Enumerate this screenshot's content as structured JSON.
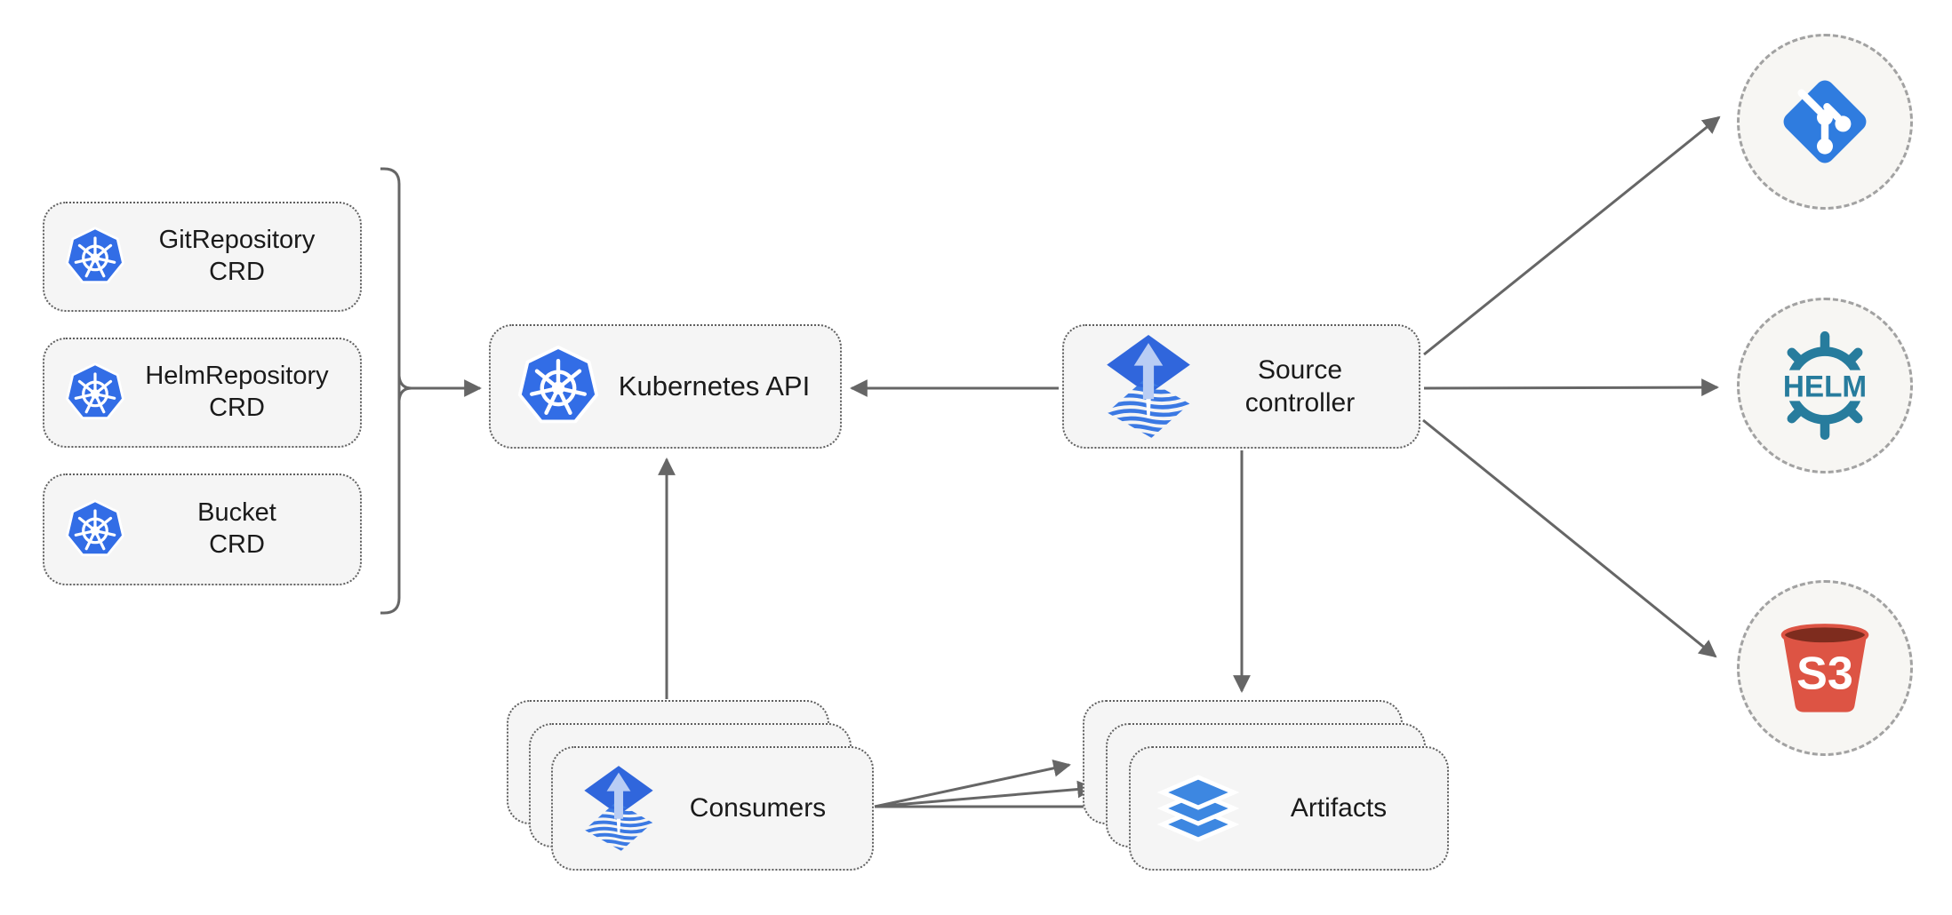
{
  "diagram": {
    "crd_boxes": [
      {
        "line1": "GitRepository",
        "line2": "CRD"
      },
      {
        "line1": "HelmRepository",
        "line2": "CRD"
      },
      {
        "line1": "Bucket",
        "line2": "CRD"
      }
    ],
    "kubernetes_api": {
      "label": "Kubernetes API"
    },
    "source_controller": {
      "line1": "Source",
      "line2": "controller"
    },
    "consumers": {
      "label": "Consumers"
    },
    "artifacts": {
      "label": "Artifacts"
    },
    "endpoints": {
      "git": {
        "icon": "git-icon"
      },
      "helm": {
        "label": "HELM",
        "icon": "helm-icon"
      },
      "s3": {
        "label": "S3",
        "icon": "s3-bucket-icon"
      }
    },
    "icons": {
      "kubernetes": "kubernetes-wheel-icon",
      "flux": "flux-diamond-arrow-icon",
      "layers": "layers-icon"
    },
    "colors": {
      "kubernetes_blue": "#326de6",
      "flux_blue": "#3066dc",
      "flux_arrow_light": "#b9cdf4",
      "git_blue": "#2f7cdf",
      "helm_teal": "#277c9d",
      "s3_red": "#dd5444",
      "s3_dark_top": "#7e2c1e",
      "layers_blue": "#3d87e1",
      "arrow_gray": "#666666",
      "node_fill": "#f5f5f5",
      "circle_fill": "#f7f6f3"
    }
  }
}
